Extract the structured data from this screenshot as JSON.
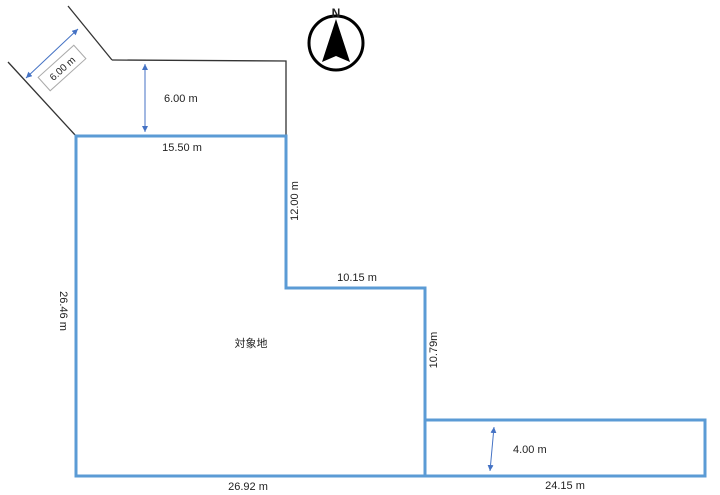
{
  "compass": {
    "label": "N"
  },
  "road": {
    "width_diagonal": "6.00 m",
    "width_vertical": "6.00 m"
  },
  "site": {
    "name": "対象地",
    "dimensions": {
      "top": "15.50 m",
      "upper_right_vertical": "12.00 m",
      "step_horizontal": "10.15 m",
      "left": "26.46 m",
      "middle_right_vertical": "10.79m",
      "bottom": "26.92 m",
      "strip_height": "4.00 m",
      "strip_bottom": "24.15 m"
    }
  },
  "colors": {
    "boundary": "#5b9bd5",
    "road": "#333333",
    "arrow": "#4472c4"
  }
}
